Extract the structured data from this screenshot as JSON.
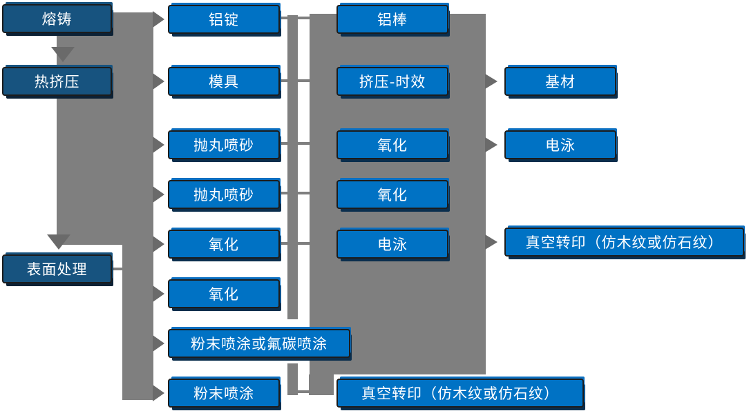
{
  "diagram": {
    "type": "process-flowchart",
    "background": "#ffffff",
    "colors": {
      "primary_node": "#0072C4",
      "dark_node": "#17537F",
      "node_border": "#1C1C1C",
      "node_text": "#FFFFFF",
      "connector_gray": "#7F7F7F",
      "arrowhead_gray": "#6A6A6A"
    },
    "nodes": {
      "col1": [
        {
          "label": "熔铸"
        },
        {
          "label": "热挤压"
        },
        {
          "label": "表面处理"
        }
      ],
      "col2": [
        {
          "label": "铝锭"
        },
        {
          "label": "模具"
        },
        {
          "label": "抛丸喷砂"
        },
        {
          "label": "抛丸喷砂"
        },
        {
          "label": "氧化"
        },
        {
          "label": "氧化"
        },
        {
          "label": "粉末喷涂或氟碳喷涂"
        },
        {
          "label": "粉末喷涂"
        }
      ],
      "col3": [
        {
          "label": "铝棒"
        },
        {
          "label": "挤压-时效"
        },
        {
          "label": "氧化"
        },
        {
          "label": "氧化"
        },
        {
          "label": "电泳"
        },
        {
          "label": "真空转印（仿木纹或仿石纹）"
        }
      ],
      "col4": [
        {
          "label": "基材"
        },
        {
          "label": "电泳"
        },
        {
          "label": "真空转印（仿木纹或仿石纹）"
        }
      ]
    },
    "flow_arrows": [
      {
        "from": "熔铸",
        "to": "铝锭"
      },
      {
        "from": "熔铸",
        "to": "热挤压"
      },
      {
        "from": "热挤压",
        "to": "模具"
      },
      {
        "from": "热挤压",
        "to": "抛丸喷砂"
      },
      {
        "from": "热挤压",
        "to": "抛丸喷砂"
      },
      {
        "from": "热挤压",
        "to": "氧化"
      },
      {
        "from": "热挤压",
        "to": "表面处理"
      },
      {
        "from": "表面处理",
        "to": "氧化"
      },
      {
        "from": "表面处理",
        "to": "粉末喷涂或氟碳喷涂"
      },
      {
        "from": "表面处理",
        "to": "粉末喷涂"
      },
      {
        "from": "挤压-时效",
        "to": "基材"
      },
      {
        "from": "氧化",
        "to": "电泳"
      },
      {
        "from": "电泳",
        "to": "真空转印（仿木纹或仿石纹）"
      }
    ]
  }
}
